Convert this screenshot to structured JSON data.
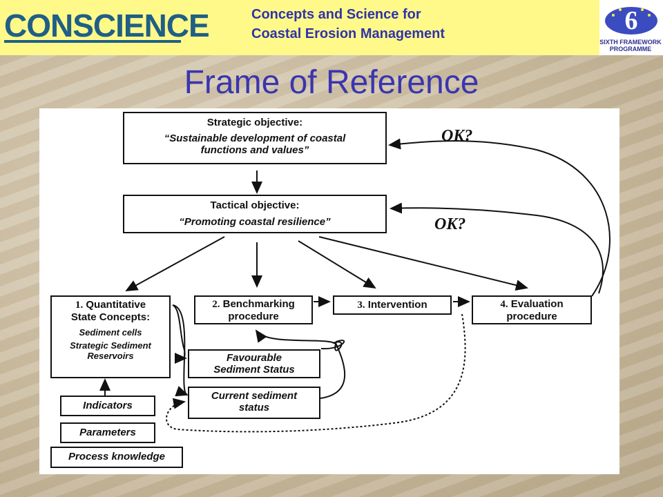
{
  "header": {
    "logo": "CONSCIENCE",
    "line1": "Concepts and Science for",
    "line2": "Coastal Erosion Management",
    "programme": "SIXTH FRAMEWORK PROGRAMME"
  },
  "title": "Frame of Reference",
  "diagram": {
    "strategic": {
      "heading": "Strategic objective:",
      "text1": "“Sustainable development of coastal",
      "text2": "functions and values”"
    },
    "tactical": {
      "heading": "Tactical objective:",
      "text": "“Promoting coastal resilience”"
    },
    "ok1": "OK?",
    "ok2": "OK?",
    "quant": {
      "num": "1.",
      "head1": "Quantitative",
      "head2": "State Concepts:",
      "item1": "Sediment cells",
      "item2a": "Strategic Sediment",
      "item2b": "Reservoirs"
    },
    "bench": {
      "num": "2.",
      "line1": "Benchmarking",
      "line2": "procedure"
    },
    "interv": {
      "num": "3.",
      "label": "Intervention"
    },
    "eval": {
      "num": "4.",
      "line1": "Evaluation",
      "line2": "procedure"
    },
    "favourable": {
      "line1": "Favourable",
      "line2": "Sediment Status"
    },
    "current": {
      "line1": "Current sediment",
      "line2": "status"
    },
    "indicators": "Indicators",
    "parameters": "Parameters",
    "process": "Process knowledge"
  }
}
